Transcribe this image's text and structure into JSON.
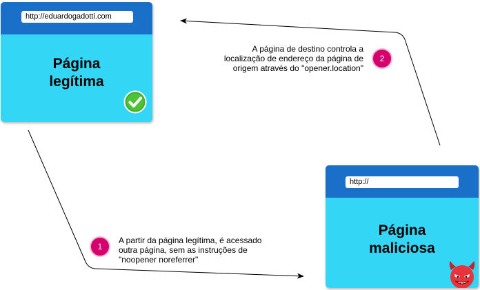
{
  "legit_window": {
    "url": "http://eduardogadotti.com",
    "title_line1": "Página",
    "title_line2": "legítima",
    "status_icon": "checkmark-icon"
  },
  "malicious_window": {
    "url": "http://",
    "title_line1": "Página",
    "title_line2": "maliciosa",
    "status_icon": "devil-icon"
  },
  "steps": [
    {
      "number": "1",
      "lines": [
        "A partir da página legítima, é acessado",
        "outra página, sem as instruções de",
        "\"noopener noreferrer\""
      ]
    },
    {
      "number": "2",
      "lines": [
        "A página de destino controla a",
        "localização de endereço da página de",
        "origem através do \"opener.location\""
      ]
    }
  ],
  "colors": {
    "window_body": "#34d6f5",
    "window_titlebar": "#1a70c9",
    "step_badge": "#d5006d",
    "check_green": "#3fae29",
    "devil_red": "#e8333b"
  }
}
